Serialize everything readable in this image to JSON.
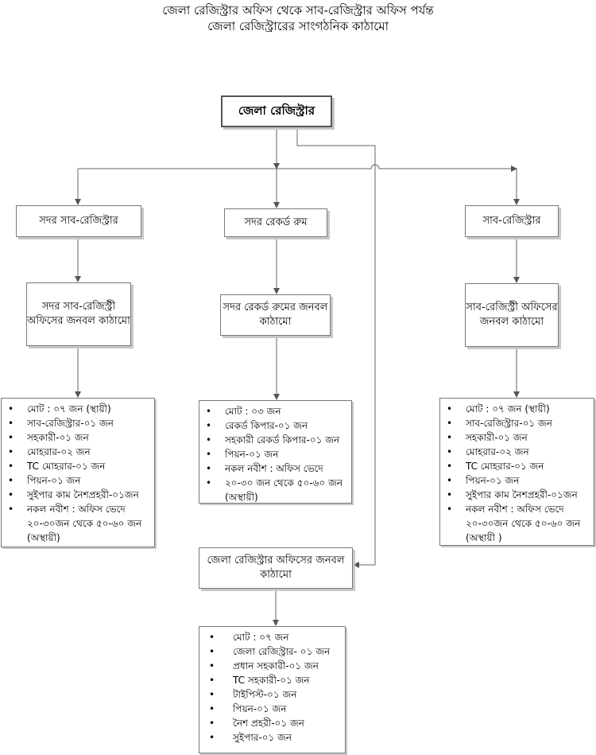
{
  "title": {
    "line1": "জেলা রেজিস্ট্রার অফিস থেকে সাব-রেজিস্ট্রার অফিস পর্যন্ত",
    "line2": "জেলা রেজিস্ট্রারের সাংগঠনিক কাঠামো"
  },
  "root": {
    "label": "জেলা রেজিস্ট্রার"
  },
  "level2": {
    "sadar_sub_registrar": "সদর সাব-রেজিস্ট্রার",
    "sadar_record_room": "সদর রেকর্ড রুম",
    "sub_registrar": "সাব-রেজিস্ট্রার"
  },
  "manpower_boxes": {
    "sadar_sub_registry": "সদর সাব-রেজিস্ট্রী অফিসের জনবল কাঠামো",
    "sadar_record_room": "সদর রেকর্ড রুমের জনবল কাঠামো",
    "sub_registry": "সাব-রেজিস্ট্রী অফিসের জনবল কাঠামো",
    "district_registrar_office": "জেলা রেজিস্ট্রার অফিসের জনবল কাঠামো"
  },
  "lists": {
    "sadar_sub_registry": [
      "মোট : ০৭ জন (স্থায়ী)",
      "সাব-রেজিস্ট্রার-০১ জন",
      "সহকারী-০১ জন",
      "মোহরার-০২ জন",
      "TC মোহরার-০১ জন",
      "পিয়ন-০১ জন",
      "সুইপার কাম নৈশপ্রহরী-০১জন",
      "নকল নবীশ : অফিস ভেদে ২০-৩০জন থেকে ৫০-৬০ জন (অস্থায়ী)"
    ],
    "sadar_record_room": [
      "মোট : ০৩ জন",
      "রেকর্ড কিপার-০১ জন",
      "সহকারী রেকর্ড কিপার-০১ জন",
      "পিয়ন-০১ জন",
      "নকল নবীশ : অফিস ভেদে",
      "২০-৩০ জন থেকে ৫০-৬০ জন (অস্থায়ী)"
    ],
    "sub_registry": [
      "মোট : ০৭ জন (স্থায়ী)",
      "সাব-রেজিস্ট্রার-০১ জন",
      "সহকারী-০১ জন",
      "মোহরার-০২ জন",
      "TC মোহরার-০১ জন",
      "পিয়ন-০১ জন",
      "সুইপার কাম নৈশপ্রহরী-০১জন",
      "নকল নবীশ : অফিস ভেদে ২০-৩০জন থেকে ৫০-৬০ জন (অস্থায়ী )"
    ],
    "district_registrar_office": [
      "মোট : ০৭ জন",
      "জেলা রেজিস্ট্রার- ০১ জন",
      "প্রধান সহকারী-০১ জন",
      "TC সহকারী-০১ জন",
      "টাইপিস্ট-০১ জন",
      "পিয়ন-০১ জন",
      "নৈশ প্রহরী-০১ জন",
      "সুইপার-০১ জন"
    ]
  },
  "bullet_symbol": "•",
  "colors": {
    "line": "#666666",
    "border": "#7a7a7a",
    "shadow": "#c8c8c8"
  }
}
